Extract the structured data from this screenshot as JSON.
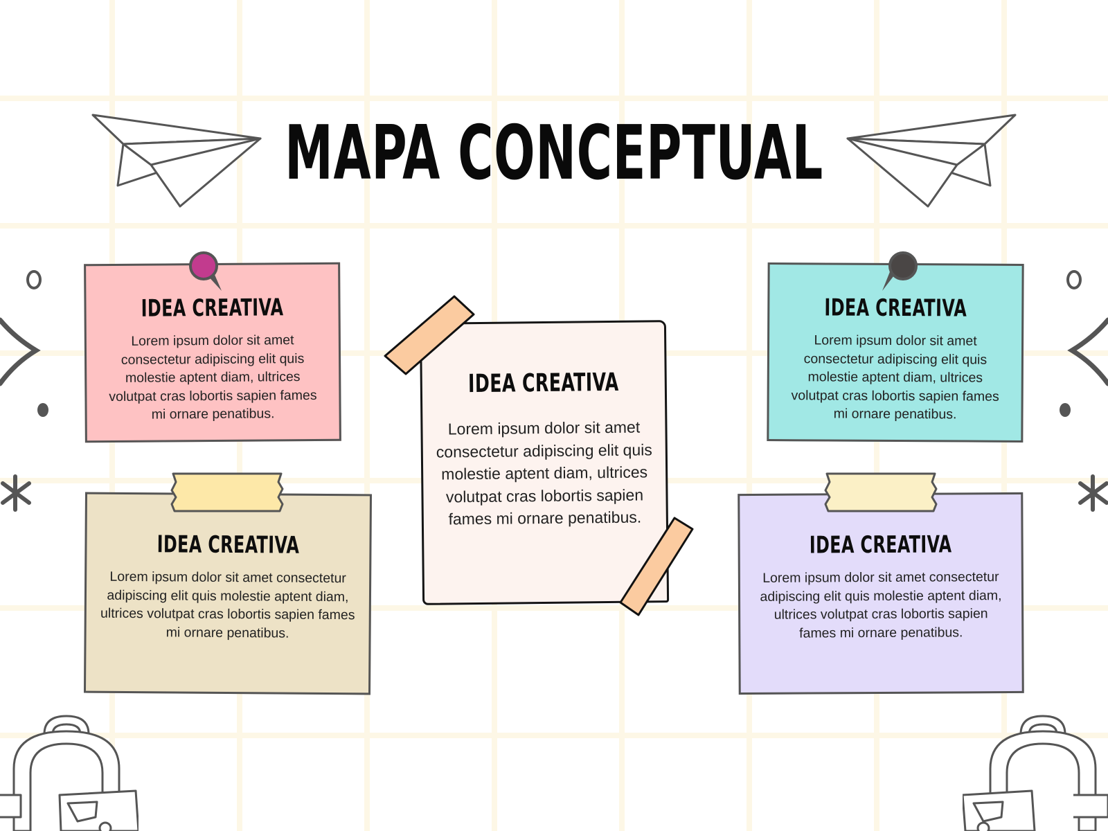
{
  "title": "MAPA CONCEPTUAL",
  "notes": {
    "top_left": {
      "heading": "IDEA CREATIVA",
      "body": "Lorem ipsum dolor sit amet consectetur adipiscing elit quis molestie aptent diam, ultrices volutpat cras lobortis sapien fames mi ornare penatibus."
    },
    "top_right": {
      "heading": "IDEA CREATIVA",
      "body": "Lorem ipsum dolor sit amet consectetur adipiscing elit quis molestie aptent diam, ultrices volutpat cras lobortis sapien fames mi ornare penatibus."
    },
    "bottom_left": {
      "heading": "IDEA CREATIVA",
      "body": "Lorem ipsum dolor sit amet consectetur adipiscing elit quis molestie aptent diam, ultrices volutpat cras lobortis sapien fames mi ornare penatibus."
    },
    "bottom_right": {
      "heading": "IDEA CREATIVA",
      "body": "Lorem ipsum dolor sit amet consectetur adipiscing elit quis molestie aptent diam, ultrices volutpat cras lobortis sapien fames mi ornare penatibus."
    },
    "center": {
      "heading": "IDEA CREATIVA",
      "body": "Lorem ipsum dolor sit amet consectetur adipiscing elit quis molestie aptent diam, ultrices volutpat cras lobortis sapien fames mi ornare penatibus."
    }
  },
  "colors": {
    "pink_note": "#fec2c3",
    "teal_note": "#a1e8e5",
    "beige_note": "#ede2c6",
    "lavender_note": "#e3dcfa",
    "center_note": "#fdf3ef",
    "magenta_pin": "#c23b8e",
    "dark_pin": "#4a4645",
    "peach_tape": "#fbcba0",
    "yellow_tape": "#fde8a8",
    "grid_line": "#fdf7e6"
  },
  "icons": [
    "paper-plane-icon",
    "backpack-icon",
    "push-pin-icon",
    "washi-tape",
    "doodle-asterisk-icon",
    "doodle-circle-icon",
    "doodle-arrow-icon"
  ]
}
